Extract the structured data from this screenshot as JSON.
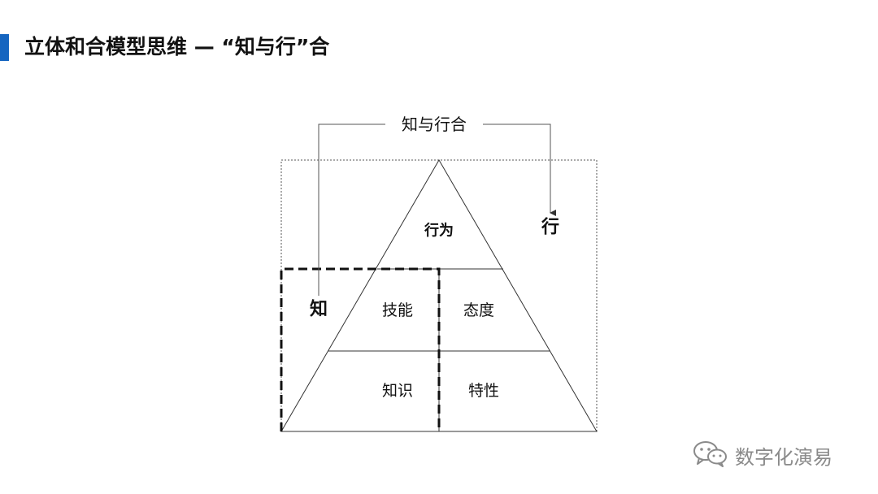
{
  "slide": {
    "title": "立体和合模型思维 — “知与行”合",
    "accent_color": "#1565c0"
  },
  "diagram": {
    "top_label": "知与行合",
    "zhi_label": "知",
    "xing_label": "行",
    "levels": {
      "behavior": "行为",
      "skill": "技能",
      "attitude": "态度",
      "knowledge": "知识",
      "trait": "特性"
    }
  },
  "watermark": {
    "text": "数字化演易",
    "icon": "wechat-icon"
  }
}
